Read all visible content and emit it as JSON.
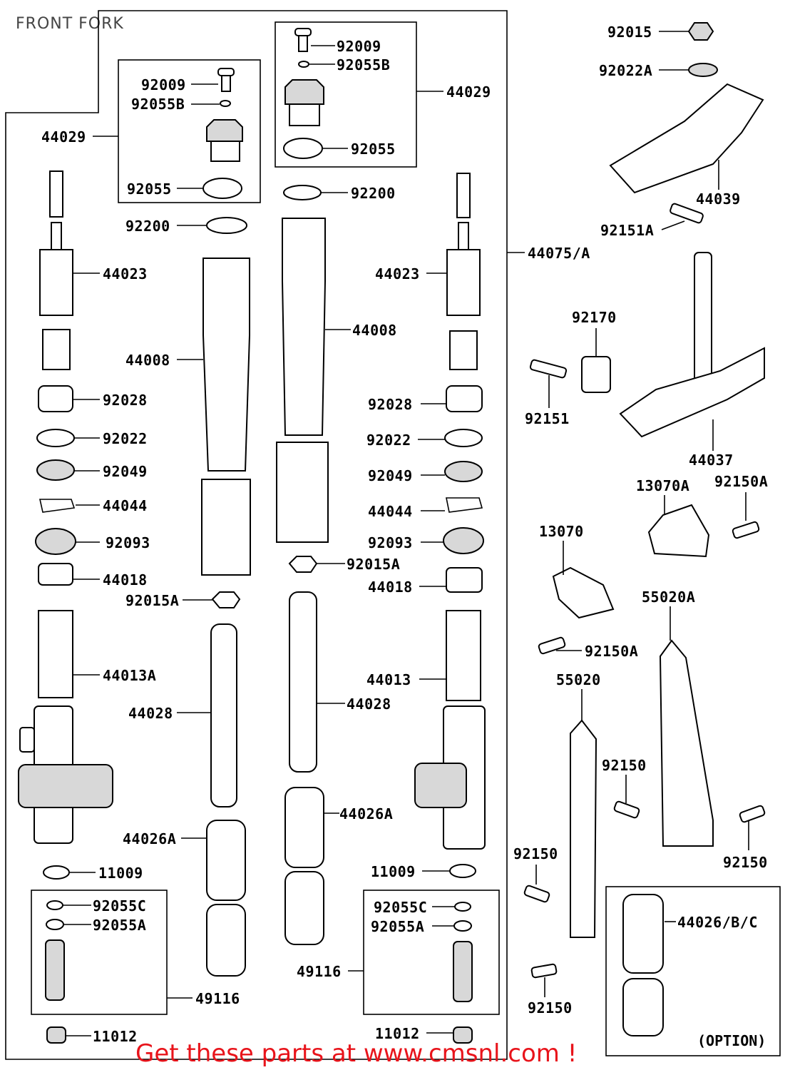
{
  "title": "FRONT FORK",
  "footer": "Get these parts at www.cmsnl.com !",
  "option_label": "(OPTION)",
  "colors": {
    "footer": "#e8141b",
    "lines": "#000000",
    "title": "#444444"
  },
  "part_labels": [
    "92009",
    "92055B",
    "44029",
    "92055",
    "92009",
    "92055B",
    "44029",
    "92055",
    "92200",
    "92200",
    "44023",
    "44023",
    "44008",
    "44008",
    "92028",
    "92028",
    "92022",
    "92022",
    "92049",
    "92049",
    "44044",
    "44044",
    "92093",
    "92093",
    "44018",
    "44018",
    "92015A",
    "92015A",
    "44013A",
    "44013",
    "44028",
    "44028",
    "44026A",
    "44026A",
    "11009",
    "11009",
    "92055C",
    "92055A",
    "92055C",
    "92055A",
    "49116",
    "49116",
    "11012",
    "11012",
    "92015",
    "92022A",
    "44039",
    "92151A",
    "44075/A",
    "92170",
    "92151",
    "44037",
    "13070A",
    "92150A",
    "13070",
    "92150A",
    "55020A",
    "55020",
    "92150",
    "92150",
    "92150",
    "92150",
    "44026/B/C"
  ]
}
